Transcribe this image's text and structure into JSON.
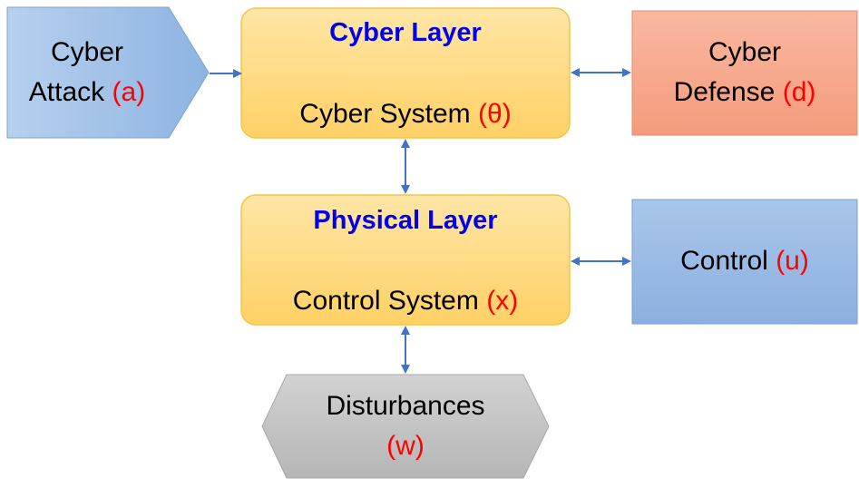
{
  "colors": {
    "layer_fill_top": "#ffe6a6",
    "layer_fill_bottom": "#ffd166",
    "layer_border": "#f2c64a",
    "attack_fill_top": "#b7d0ee",
    "attack_fill_bottom": "#8eb4e2",
    "defense_fill": "#f7a98e",
    "control_fill": "#98b9e3",
    "disturbance_fill": "#c3c3c3",
    "arrow": "#4472c4",
    "title_text": "#0000ee",
    "variable_text": "#ff0000"
  },
  "nodes": {
    "cyber_attack": {
      "line1": "Cyber",
      "line2": "Attack",
      "var": "(a)"
    },
    "cyber_layer": {
      "title": "Cyber Layer",
      "label": "Cyber System",
      "var": "(θ)"
    },
    "cyber_defense": {
      "line1": "Cyber",
      "line2": "Defense",
      "var": "(d)"
    },
    "physical_layer": {
      "title": "Physical Layer",
      "label": "Control System",
      "var": "(x)"
    },
    "control": {
      "label": "Control",
      "var": "(u)"
    },
    "disturbances": {
      "label": "Disturbances",
      "var": "(w)"
    }
  },
  "icons": {
    "arrow_style": "arrow-icon"
  }
}
